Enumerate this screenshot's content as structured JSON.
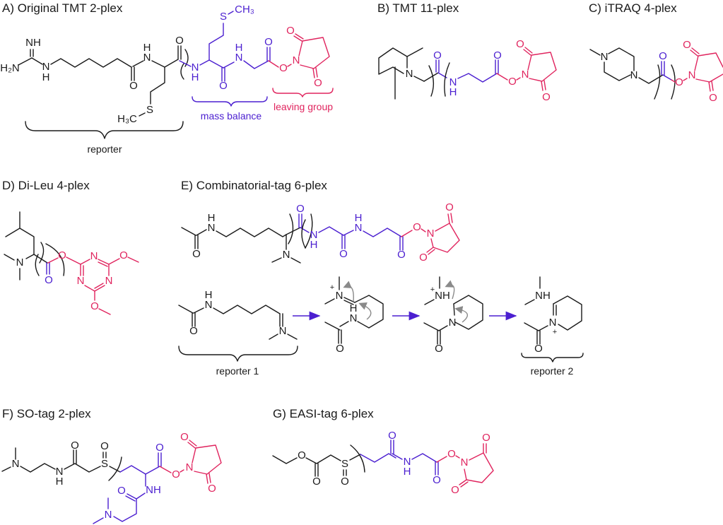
{
  "colors": {
    "reporter": "#1a1a1a",
    "mass_balance": "#4b1fd0",
    "leaving_group": "#e0245e",
    "arrow_mechanism": "#8a8a8a"
  },
  "panels": {
    "A": {
      "title": "A) Original TMT 2-plex",
      "labels": {
        "reporter": "reporter",
        "mass_balance": "mass balance",
        "leaving_group": "leaving group"
      }
    },
    "B": {
      "title": "B) TMT 11-plex"
    },
    "C": {
      "title": "C) iTRAQ 4-plex"
    },
    "D": {
      "title": "D) Di-Leu 4-plex"
    },
    "E": {
      "title": "E) Combinatorial-tag 6-plex",
      "labels": {
        "reporter1": "reporter 1",
        "reporter2": "reporter 2"
      }
    },
    "F": {
      "title": "F) SO-tag 2-plex"
    },
    "G": {
      "title": "G) EASI-tag 6-plex"
    }
  },
  "atoms": {
    "O": "O",
    "N": "N",
    "NH": "NH",
    "H": "H",
    "S": "S",
    "H2N": "H₂N",
    "CH3": "CH₃",
    "H3C": "H₃C",
    "plus": "+"
  }
}
